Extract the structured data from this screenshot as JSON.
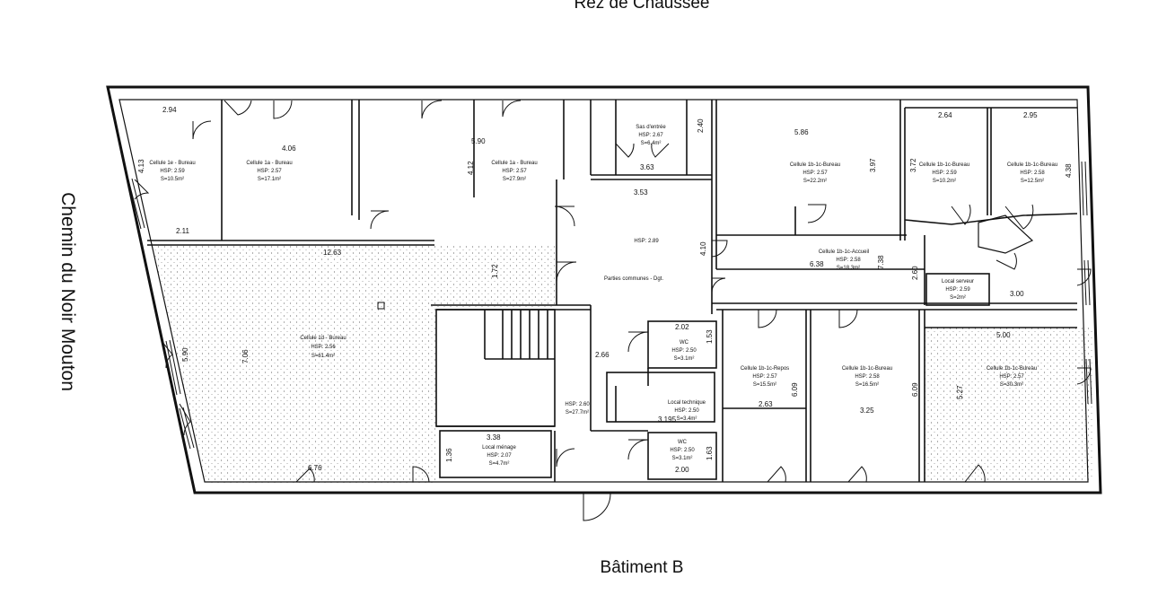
{
  "title": "Rez de Chaussée",
  "building": "Bâtiment B",
  "street": "Chemin du Noir Mouton",
  "rooms": [
    {
      "id": "c1e",
      "lines": [
        "Cellule 1e - Bureau",
        "HSP: 2.59",
        "S=10.5m²"
      ]
    },
    {
      "id": "c1a-1",
      "lines": [
        "Cellule 1a - Bureau",
        "HSP: 2.57",
        "S=17.1m²"
      ]
    },
    {
      "id": "c1a-2",
      "lines": [
        "Cellule 1a - Bureau",
        "HSP: 2.57",
        "S=27.9m²"
      ]
    },
    {
      "id": "sas",
      "lines": [
        "Sas d'entrée",
        "HSP: 2.67",
        "S=6.4m²"
      ]
    },
    {
      "id": "c1b-main",
      "lines": [
        "Cellule 1b-1c-Bureau",
        "HSP: 2.57",
        "S=22.2m²"
      ]
    },
    {
      "id": "c1b-2",
      "lines": [
        "Cellule 1b-1c-Bureau",
        "HSP: 2.59",
        "S=10.2m²"
      ]
    },
    {
      "id": "c1b-3",
      "lines": [
        "Cellule 1b-1c-Bureau",
        "HSP: 2.58",
        "S=12.5m²"
      ]
    },
    {
      "id": "hall",
      "lines": [
        "HSP: 2.89"
      ]
    },
    {
      "id": "parties",
      "lines": [
        "Parties communes - Dgt."
      ]
    },
    {
      "id": "accueil",
      "lines": [
        "Cellule 1b-1c-Accueil",
        "HSP: 2.58",
        "S=18.3m²"
      ]
    },
    {
      "id": "serveur",
      "lines": [
        "Local serveur",
        "HSP: 2.59",
        "S=2m²"
      ]
    },
    {
      "id": "c1d",
      "lines": [
        "Cellule 1d - Bureau",
        "HSP: 2.56",
        "S=61.4m²"
      ]
    },
    {
      "id": "wc1",
      "lines": [
        "WC",
        "HSP: 2.50",
        "S=3.1m²"
      ]
    },
    {
      "id": "repos",
      "lines": [
        "Cellule 1b-1c-Repos",
        "HSP: 2.57",
        "S=15.5m²"
      ]
    },
    {
      "id": "c1b-4",
      "lines": [
        "Cellule 1b-1c-Bureau",
        "HSP: 2.58",
        "S=16.5m²"
      ]
    },
    {
      "id": "c1b-5",
      "lines": [
        "Cellule 1b-1c-Bureau",
        "HSP: 2.57",
        "S=30.3m²"
      ]
    },
    {
      "id": "dgt2",
      "lines": [
        "HSP: 2.60",
        "S=27.7m²"
      ]
    },
    {
      "id": "technique",
      "lines": [
        "Local technique",
        "HSP: 2.50",
        "S=3.4m²"
      ]
    },
    {
      "id": "menage",
      "lines": [
        "Local ménage",
        "HSP: 2.07",
        "S=4.7m²"
      ]
    },
    {
      "id": "wc2",
      "lines": [
        "WC",
        "HSP: 2.50",
        "S=3.1m²"
      ]
    }
  ],
  "dimensions": [
    "2.94",
    "4.06",
    "5.90",
    "2.40",
    "3.63",
    "3.53",
    "2.11",
    "12.63",
    "1.72",
    "4.10",
    "5.86",
    "2.64",
    "2.95",
    "3.97",
    "3.72",
    "4.38",
    "7.38",
    "6.38",
    "2.60",
    "3.00",
    "2.02",
    "2.66",
    "5.00",
    "7.06",
    "5.90",
    "1.53",
    "2.63",
    "3.25",
    "6.09",
    "6.09",
    "5.27",
    "3.195",
    "3.38",
    "1.36",
    "6.76",
    "2.00",
    "1.63",
    "4.13",
    "4.12"
  ]
}
